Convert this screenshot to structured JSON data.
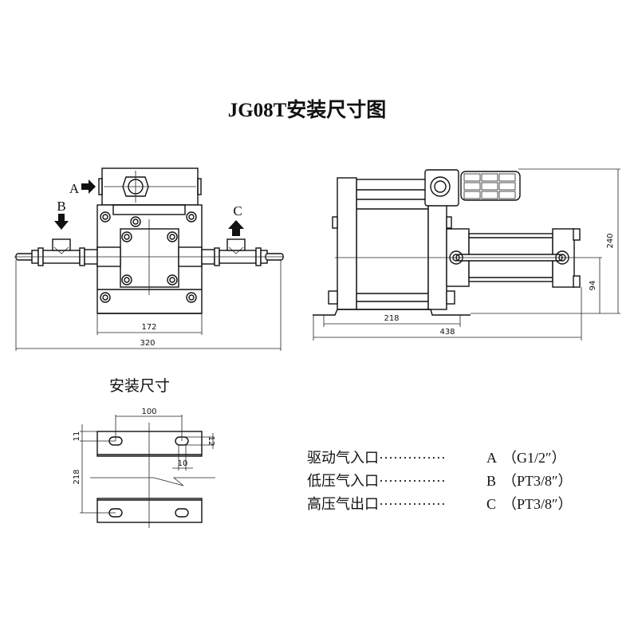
{
  "title": "JG08T安装尺寸图",
  "front_view": {
    "port_a": "A",
    "port_b": "B",
    "port_c": "C",
    "dim_body_width": "172",
    "dim_total_width": "320"
  },
  "side_view": {
    "dim_height": "240",
    "dim_center_height": "94",
    "dim_base": "218",
    "dim_total_length": "438"
  },
  "mounting": {
    "heading": "安装尺寸",
    "dim_hole_spacing": "100",
    "dim_edge": "11",
    "dim_plate_spacing": "218",
    "dim_slot_width": "12",
    "dim_slot_length": "10"
  },
  "legend": [
    {
      "name": "驱动气入口",
      "dots": "··············",
      "port": "A",
      "spec": "（G1/2″）"
    },
    {
      "name": "低压气入口",
      "dots": "··············",
      "port": "B",
      "spec": "（PT3/8″）"
    },
    {
      "name": "高压气出口",
      "dots": "··············",
      "port": "C",
      "spec": "（PT3/8″）"
    }
  ]
}
